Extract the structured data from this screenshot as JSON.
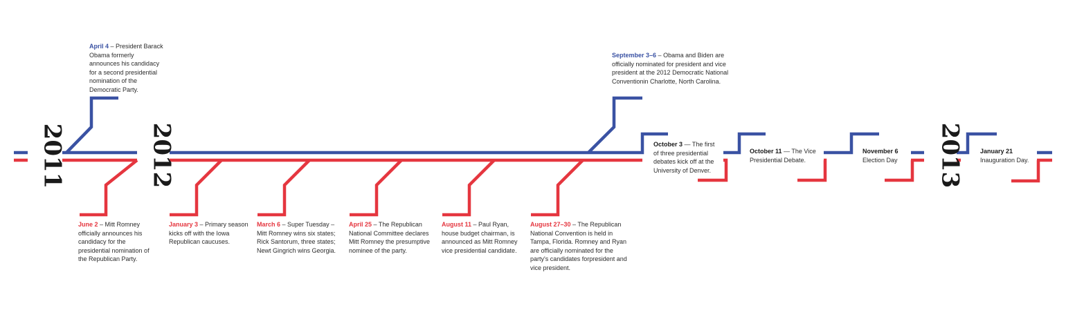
{
  "colors": {
    "democratic": "#3a52a3",
    "republican": "#e5363f",
    "neutral": "#1a1a1a"
  },
  "years": [
    "2011",
    "2012",
    "2013"
  ],
  "events": [
    {
      "date": "April 4",
      "sep": " – ",
      "text": "President Barack Obama formerly announces his candidacy for a second presidential nomination of the Democratic Party.",
      "party": "dem"
    },
    {
      "date": "June 2",
      "sep": " – ",
      "text": "Mitt Romney officially announces his candidacy for the presidential nomination of the Republican Party.",
      "party": "rep"
    },
    {
      "date": "January 3",
      "sep": " – ",
      "text": "Primary season kicks off with the Iowa Republican caucuses.",
      "party": "rep"
    },
    {
      "date": "March 6",
      "sep": " – ",
      "text": "Super Tuesday – Mitt Romney wins six states; Rick Santorum, three states; Newt Gingrich wins Georgia.",
      "party": "rep"
    },
    {
      "date": "April 25",
      "sep": " – ",
      "text": "The Republican National Committee declares Mitt Romney the presumptive nominee of the party.",
      "party": "rep"
    },
    {
      "date": "August 11",
      "sep": " – ",
      "text": "Paul Ryan, house budget chairman, is announced as Mitt Romney vice presidential candidate.",
      "party": "rep"
    },
    {
      "date": "August 27–30",
      "sep": " – ",
      "text": "The Republican National Convention is held in Tampa, Florida. Romney and Ryan are officially nominated for the party's candidates forpresident and vice president.",
      "party": "rep"
    },
    {
      "date": "September 3–6",
      "sep": " – ",
      "text": "Obama and Biden are officially nominated for president and vice president at the 2012 Democratic National Conventionin Charlotte, North Carolina.",
      "party": "dem"
    },
    {
      "date": "October 3",
      "sep": " — ",
      "text": "The first of three presidential debates kick off at the University of Denver.",
      "party": "neu"
    },
    {
      "date": "October 11",
      "sep": " — ",
      "text": "The Vice Presidential Debate.",
      "party": "neu"
    },
    {
      "date": "November 6",
      "sep": "",
      "text": "Election Day",
      "party": "neu",
      "break": true
    },
    {
      "date": "January 21",
      "sep": "",
      "text": "Inauguration Day.",
      "party": "neu",
      "break": true
    }
  ]
}
